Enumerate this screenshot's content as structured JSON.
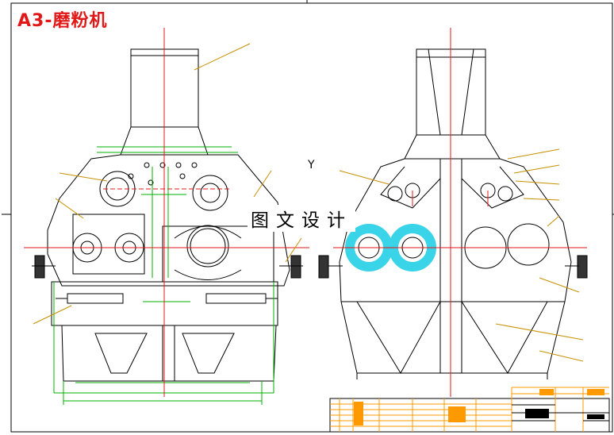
{
  "drawing_title": "A3-磨粉机",
  "watermark_text": "图文设计",
  "view_mark": "Y",
  "colors": {
    "outline": "#000000",
    "centerline": "#e01818",
    "dimension": "#00b000",
    "leader": "#c89000",
    "highlight": "#3ad4e8",
    "border": "#000000",
    "title_block_fill": "#ff9900"
  }
}
